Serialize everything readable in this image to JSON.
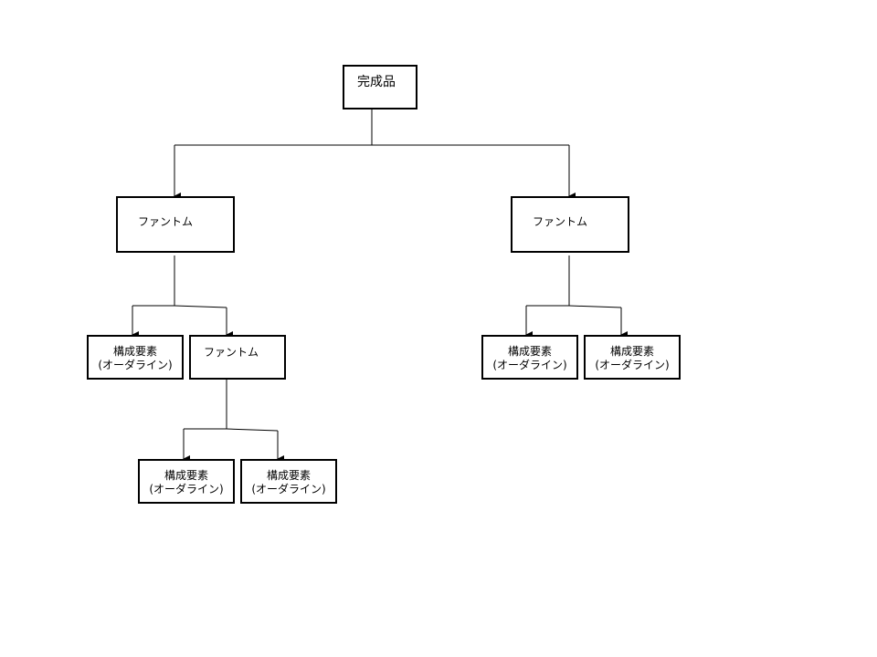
{
  "root": {
    "label": "完成品"
  },
  "nodes": {
    "phantom_left": {
      "label": "ファントム"
    },
    "phantom_right": {
      "label": "ファントム"
    },
    "phantom_child": {
      "label": "ファントム"
    },
    "component_1": {
      "line1": "構成要素",
      "line2": "(オーダライン)"
    },
    "component_2": {
      "line1": "構成要素",
      "line2": "(オーダライン)"
    },
    "component_3": {
      "line1": "構成要素",
      "line2": "(オーダライン)"
    },
    "component_4": {
      "line1": "構成要素",
      "line2": "(オーダライン)"
    },
    "component_5": {
      "line1": "構成要素",
      "line2": "(オーダライン)"
    }
  }
}
